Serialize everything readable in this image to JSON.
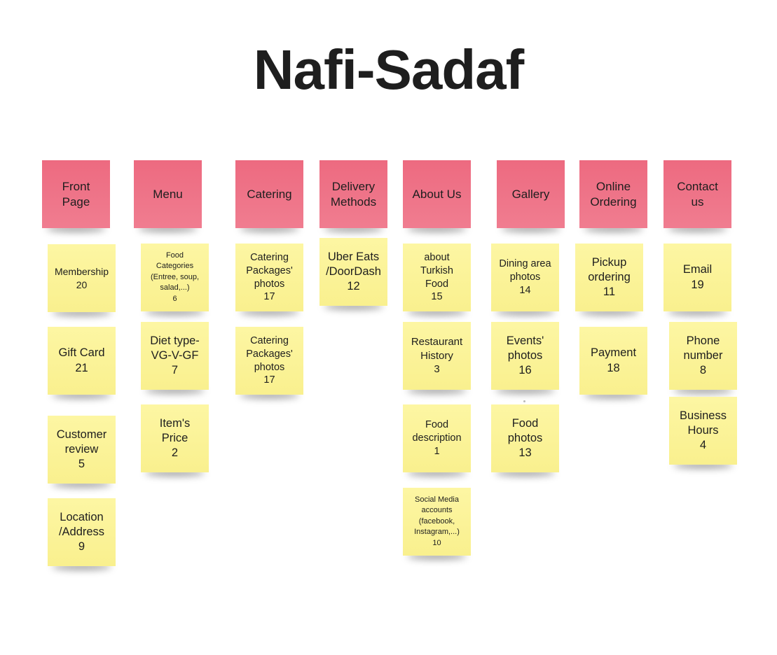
{
  "title": "Nafi-Sadaf",
  "columns": [
    {
      "header": "Front\nPage",
      "cards": [
        "Membership\n20",
        "Gift Card\n21",
        "Customer\nreview\n5",
        "Location\n/Address\n9"
      ]
    },
    {
      "header": "Menu",
      "cards": [
        "Food\nCategories\n(Entree, soup,\nsalad,...)\n6",
        "Diet type-\nVG-V-GF\n7",
        "Item's\nPrice\n2"
      ]
    },
    {
      "header": "Catering",
      "cards": [
        "Catering\nPackages'\nphotos\n17",
        "Catering\nPackages'\nphotos\n17"
      ]
    },
    {
      "header": "Delivery\nMethods",
      "cards": [
        "Uber Eats\n/DoorDash\n12"
      ]
    },
    {
      "header": "About Us",
      "cards": [
        "about\nTurkish\nFood\n15",
        "Restaurant\nHistory\n3",
        "Food\ndescription\n1",
        "Social Media\naccounts\n(facebook,\nInstagram,...)\n10"
      ]
    },
    {
      "header": "Gallery",
      "cards": [
        "Dining area\nphotos\n14",
        "Events'\nphotos\n16",
        "Food\nphotos\n13"
      ]
    },
    {
      "header": "Online\nOrdering",
      "cards": [
        "Pickup\nordering\n11",
        "Payment\n18"
      ]
    },
    {
      "header": "Contact\nus",
      "cards": [
        "Email\n19",
        "Phone\nnumber\n8",
        "Business\nHours\n4"
      ]
    }
  ],
  "colors": {
    "header_note": "#ef7287",
    "card_note": "#fcf59c",
    "text": "#1e1e1e"
  }
}
